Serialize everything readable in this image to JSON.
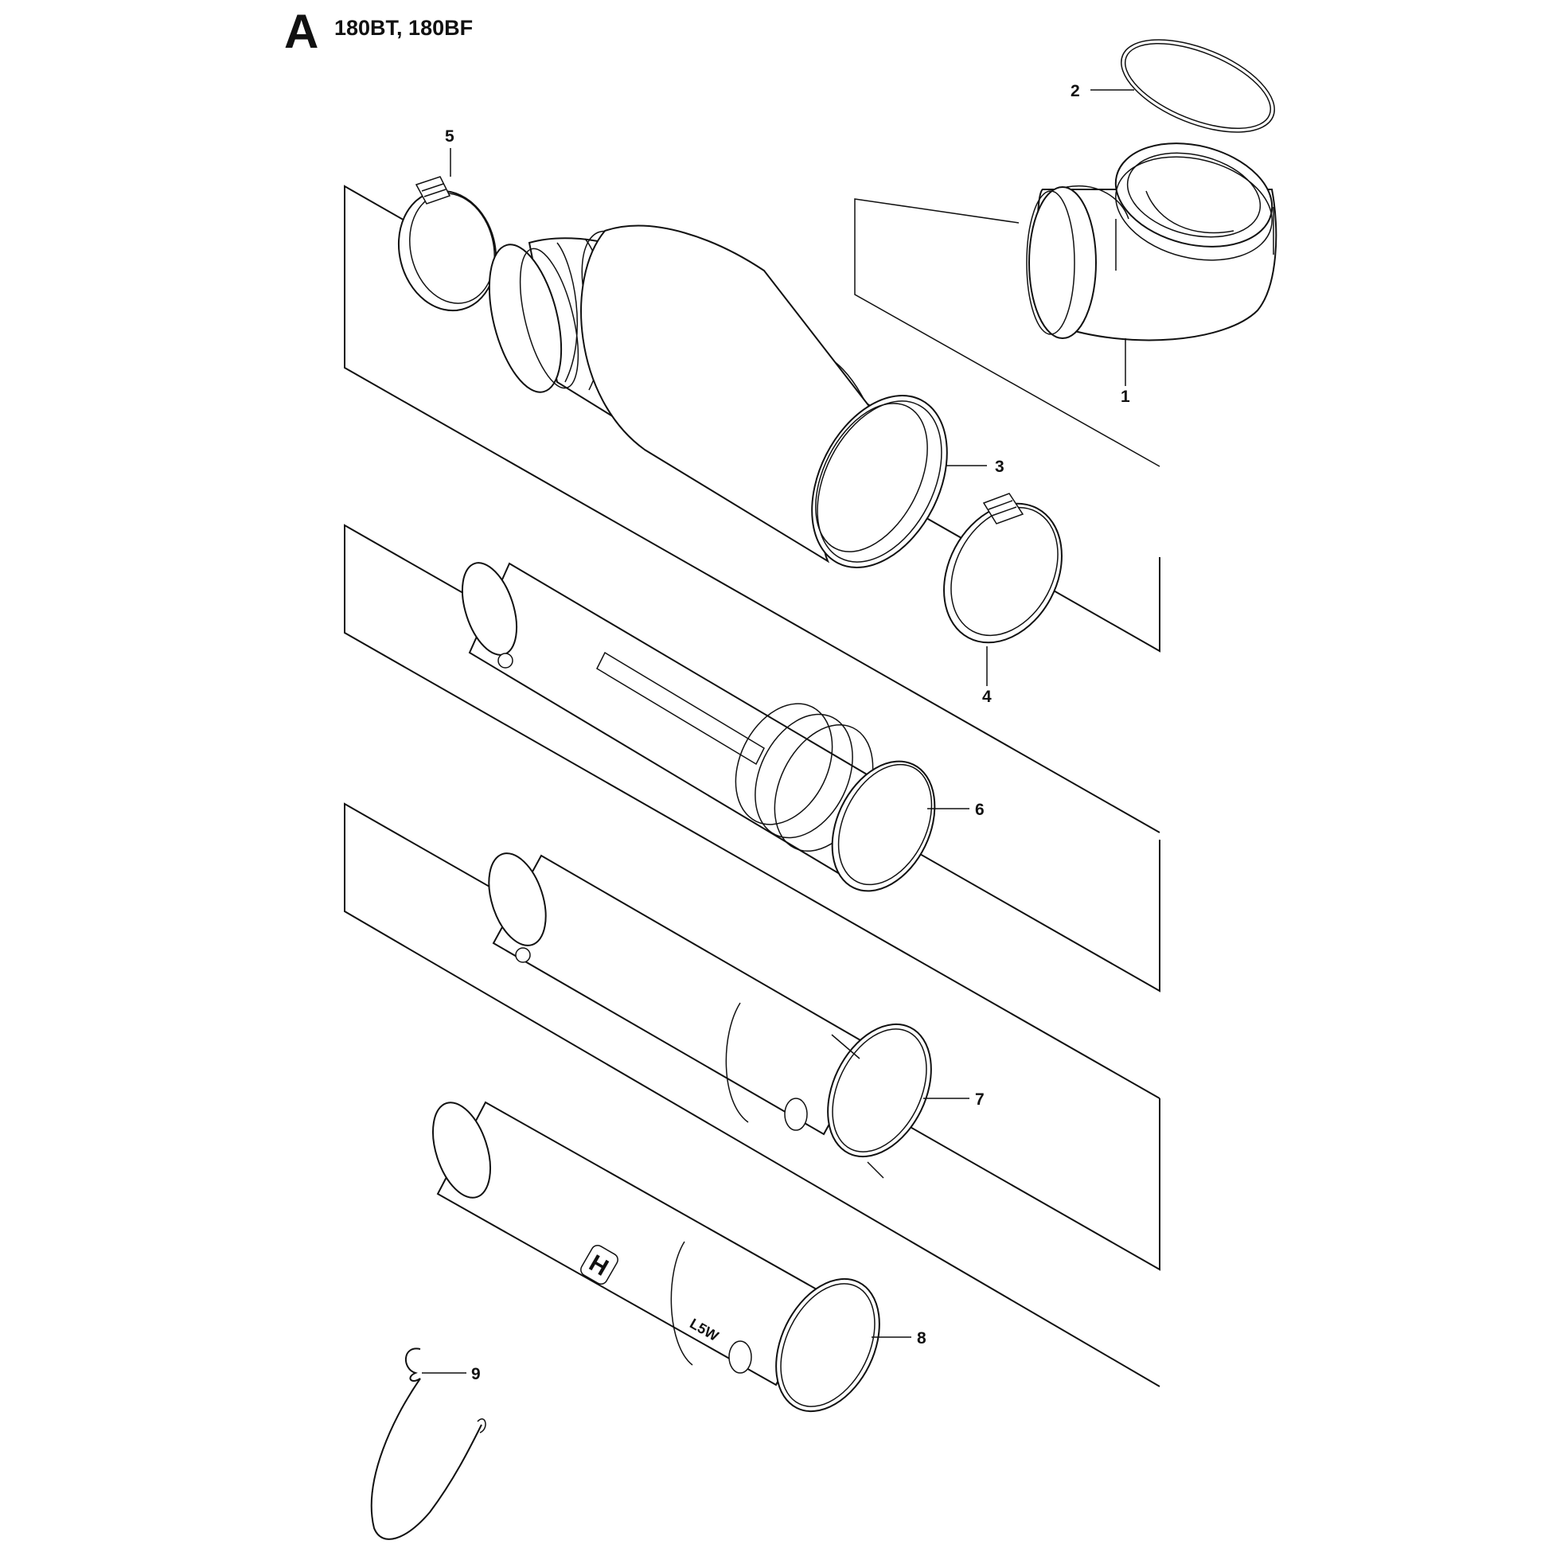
{
  "header": {
    "section_letter": "A",
    "models": "180BT, 180BF"
  },
  "callouts": [
    {
      "id": "1",
      "label": "1"
    },
    {
      "id": "2",
      "label": "2"
    },
    {
      "id": "3",
      "label": "3"
    },
    {
      "id": "4",
      "label": "4"
    },
    {
      "id": "5",
      "label": "5"
    },
    {
      "id": "6",
      "label": "6"
    },
    {
      "id": "7",
      "label": "7"
    },
    {
      "id": "8",
      "label": "8"
    },
    {
      "id": "9",
      "label": "9"
    }
  ],
  "tube_8_markings": {
    "logo": "H",
    "text": "L5W"
  },
  "colors": {
    "line": "#111111",
    "background": "#ffffff"
  }
}
